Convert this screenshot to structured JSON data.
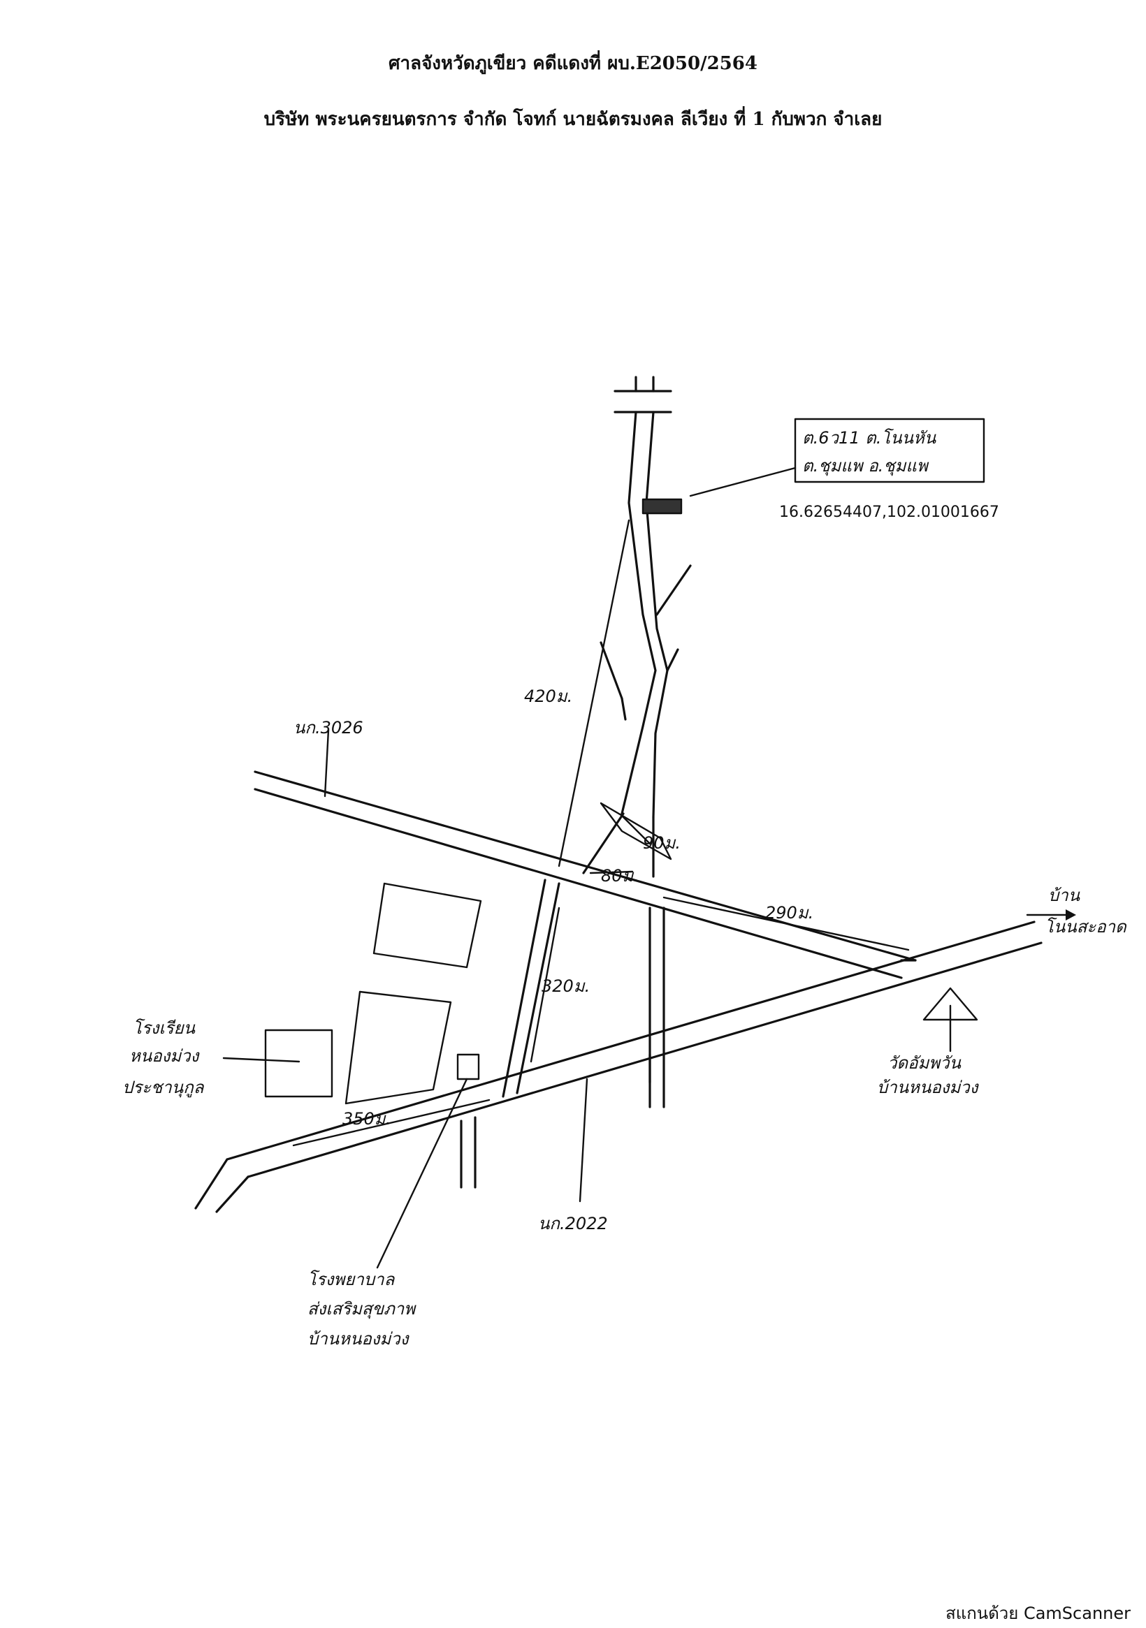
{
  "header": {
    "line1": "ศาลจังหวัดภูเขียว คดีแดงที่ ผบ.E2050/2564",
    "line2": "บริษัท พระนครยนตรการ จำกัด โจทก์ นายฉัตรมงคล ลีเวียง ที่ 1 กับพวก จำเลย"
  },
  "map": {
    "target_box_line1": "ต.6ว11 ต.โนนหัน",
    "target_box_line2": "ต.ชุมแพ อ.ชุมแพ",
    "coordinates": "16.62654407,102.01001667",
    "dist_420": "420ม.",
    "dist_90": "90ม.",
    "dist_80": "80ม.",
    "dist_290": "290ม.",
    "dist_320": "320ม.",
    "dist_350": "350ม.",
    "road_3026": "นก.3026",
    "road_2022": "นก.2022",
    "village_label_line1": "บ้าน",
    "village_label_line2": "โนนสะอาด",
    "school_label_line1": "โรงเรียน",
    "school_label_line2": "หนองม่วง",
    "school_label_line3": "ประชานุกูล",
    "temple_label_line1": "วัดอัมพวัน",
    "temple_label_line2": "บ้านหนองม่วง",
    "hospital_label_line1": "โรงพยาบาล",
    "hospital_label_line2": "ส่งเสริมสุขภาพ",
    "hospital_label_line3": "บ้านหนองม่วง"
  },
  "footer": {
    "scanner_text": "สแกนด้วย CamScanner"
  }
}
